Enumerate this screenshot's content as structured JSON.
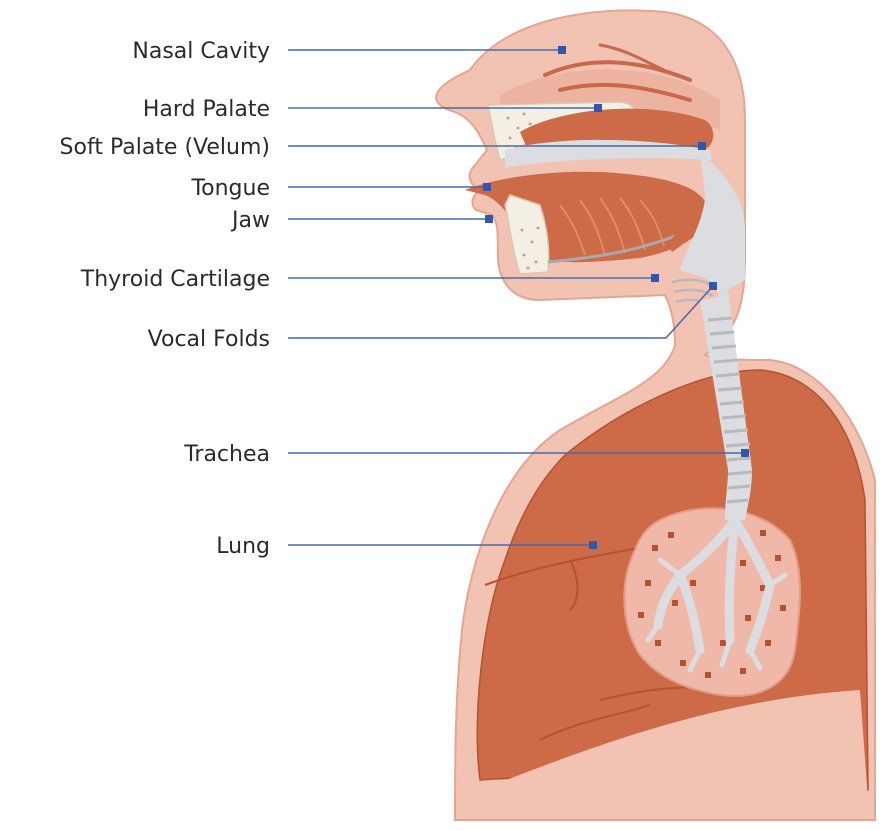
{
  "colors": {
    "skin": "#f2c2b2",
    "skin_outline": "#e3a693",
    "tissue": "#e9a890",
    "muscle": "#cd6a47",
    "muscle_dark": "#b5522f",
    "airway": "#dcdde0",
    "bone": "#f4efe4",
    "leader": "#4a6aa8",
    "marker": "#2f57b0",
    "text": "#2b2b2b"
  },
  "labels": [
    {
      "id": "nasal-cavity",
      "text": "Nasal Cavity"
    },
    {
      "id": "hard-palate",
      "text": "Hard Palate"
    },
    {
      "id": "soft-palate",
      "text": "Soft Palate (Velum)"
    },
    {
      "id": "tongue",
      "text": "Tongue"
    },
    {
      "id": "jaw",
      "text": "Jaw"
    },
    {
      "id": "thyroid-cartilage",
      "text": "Thyroid Cartilage"
    },
    {
      "id": "vocal-folds",
      "text": "Vocal Folds"
    },
    {
      "id": "trachea",
      "text": "Trachea"
    },
    {
      "id": "lung",
      "text": "Lung"
    }
  ]
}
